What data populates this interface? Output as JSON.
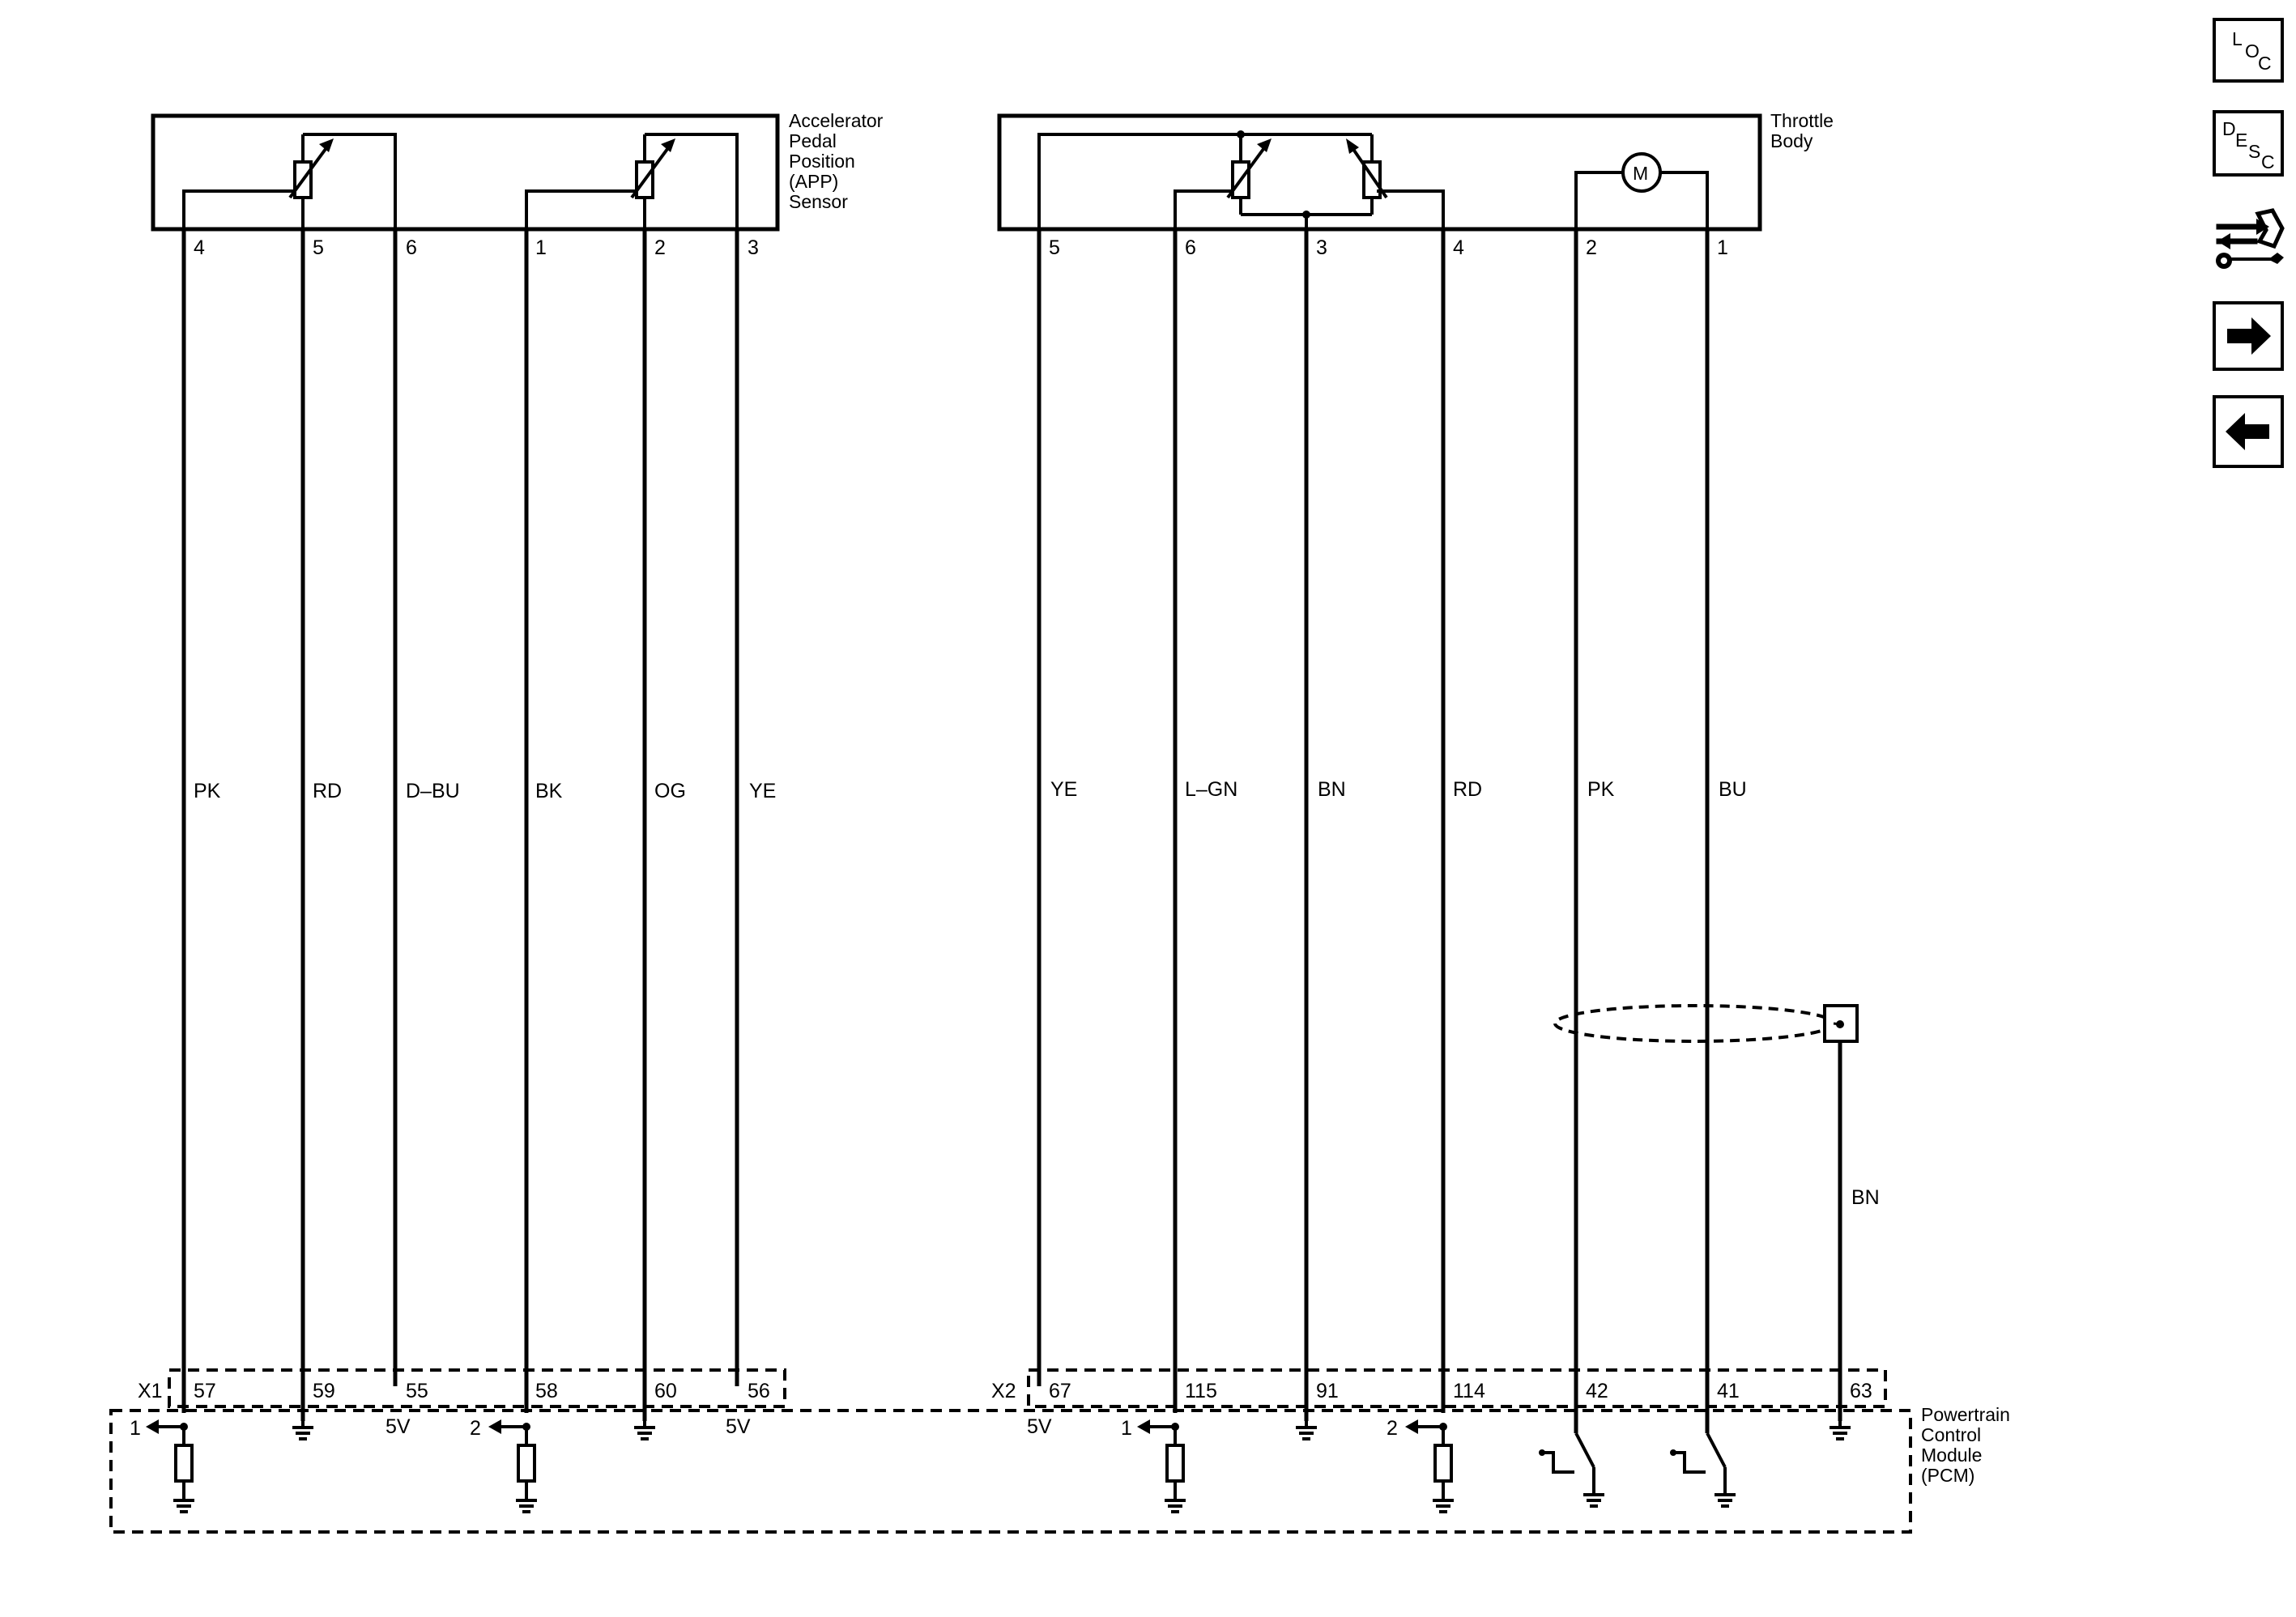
{
  "nav": {
    "loc": {
      "l": "L",
      "o": "O",
      "c": "C"
    },
    "desc": {
      "d": "D",
      "e": "E",
      "s": "S",
      "c": "C"
    },
    "icons": [
      "swap-wrench-icon",
      "arrow-right-icon",
      "arrow-left-icon"
    ]
  },
  "app_sensor": {
    "name_lines": [
      "Accelerator",
      "Pedal",
      "Position",
      "(APP)",
      "Sensor"
    ],
    "pins": [
      "4",
      "5",
      "6",
      "1",
      "2",
      "3"
    ],
    "wires": [
      "PK",
      "RD",
      "D–BU",
      "BK",
      "OG",
      "YE"
    ]
  },
  "throttle_body": {
    "name_lines": [
      "Throttle",
      "Body"
    ],
    "motor_label": "M",
    "pins": [
      "5",
      "6",
      "3",
      "4",
      "2",
      "1"
    ],
    "wires": [
      "YE",
      "L–GN",
      "BN",
      "RD",
      "PK",
      "BU"
    ]
  },
  "shield_wire": "BN",
  "connector_x1": {
    "name": "X1",
    "pins": [
      "57",
      "59",
      "55",
      "58",
      "60",
      "56"
    ]
  },
  "connector_x2": {
    "name": "X2",
    "pins": [
      "67",
      "115",
      "91",
      "114",
      "42",
      "41",
      "63"
    ]
  },
  "pcm": {
    "name_lines": [
      "Powertrain",
      "Control",
      "Module",
      "(PCM)"
    ],
    "x1_5v_a": "5V",
    "x1_5v_b": "5V",
    "x2_5v": "5V",
    "x1_sig_1": "1",
    "x1_sig_2": "2",
    "x2_sig_1": "1",
    "x2_sig_2": "2"
  }
}
